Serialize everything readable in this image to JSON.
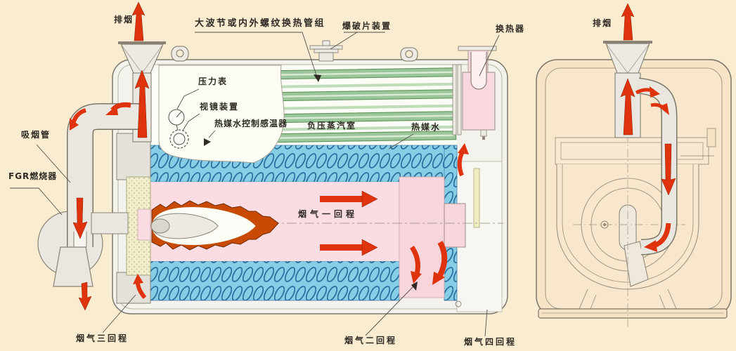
{
  "diagram": {
    "title": "boiler-structure-diagram",
    "labels": {
      "exhaust_left": "排烟",
      "tube_group": "大波节或内外螺纹换热管组",
      "rupture_disc": "爆破片装置",
      "heat_exchanger": "换热器",
      "exhaust_right": "排烟",
      "pressure_gauge": "压力表",
      "sight_glass": "视镜装置",
      "temp_controller": "热媒水控制感温器",
      "vacuum_steam_chamber": "负压蒸汽室",
      "thermal_water": "热媒水",
      "smoke_suction_pipe": "吸烟管",
      "fgr_burner": "FGR燃烧器",
      "flue_pass_1": "烟气一回程",
      "flue_pass_2": "烟气二回程",
      "flue_pass_3": "烟气三回程",
      "flue_pass_4": "烟气四回程"
    },
    "colors": {
      "background": "#f9ecd1",
      "shell_fill": "#f3f2ec",
      "water_blue": "#85cee6",
      "coil_blue": "#2e6fa0",
      "tube_green": "#9bc69b",
      "furnace_pink": "#fbdce2",
      "flame_orange": "#c84a04",
      "arrow_red": "#df330e",
      "refractory_yellow": "#f1eecb",
      "side_view_peach": "#f7e3c6"
    }
  }
}
